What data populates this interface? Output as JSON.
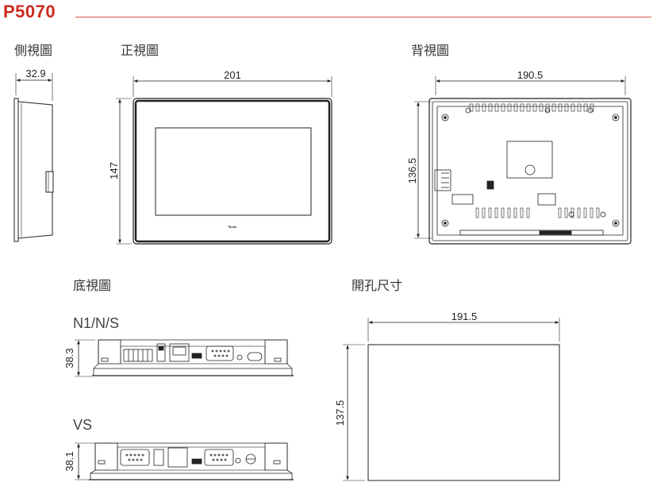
{
  "model": "P5070",
  "views": {
    "side": "側視圖",
    "front": "正視圖",
    "back": "背視圖",
    "bottom": "底視圖",
    "cutout": "開孔尺寸"
  },
  "variants": {
    "n_series": "N1/N/S",
    "vs": "VS"
  },
  "dimensions": {
    "side_depth": "32.9",
    "front_width": "201",
    "front_height": "147",
    "back_width": "190.5",
    "back_height": "136.5",
    "bottom_n_height": "38.3",
    "bottom_vs_height": "38.1",
    "cutout_width": "191.5",
    "cutout_height": "137.5"
  },
  "colors": {
    "model": "#cc2a1e",
    "rule": "#d9544a",
    "line": "#222222"
  },
  "front_logo_text": "ꟻᴀᴛᴇᴋ"
}
